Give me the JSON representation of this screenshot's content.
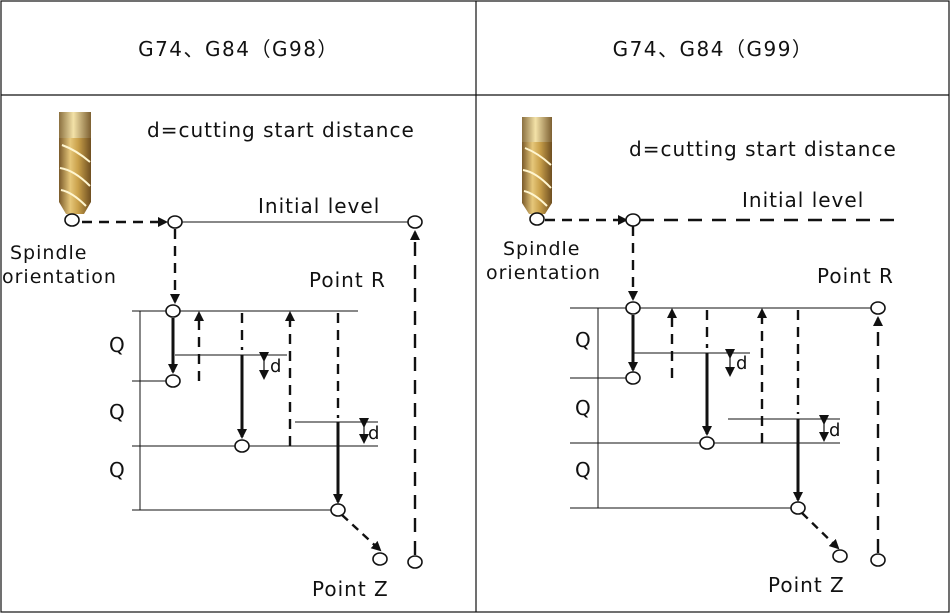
{
  "headers": {
    "left": "G74、G84（G98）",
    "right": "G74、G84（G99）"
  },
  "left_panel": {
    "d_definition": "d=cutting start distance",
    "initial_level": "Initial level",
    "spindle": "Spindle",
    "orientation": "orientation",
    "point_r": "Point R",
    "point_z": "Point Z",
    "q1": "Q",
    "q2": "Q",
    "q3": "Q",
    "d1": "d",
    "d2": "d"
  },
  "right_panel": {
    "d_definition": "d=cutting start distance",
    "initial_level": "Initial level",
    "spindle": "Spindle",
    "orientation": "orientation",
    "point_r": "Point R",
    "point_z": "Point Z",
    "q1": "Q",
    "q2": "Q",
    "q3": "Q",
    "d1": "d",
    "d2": "d"
  },
  "icons": {
    "tool": "end-mill-drill-bit-icon"
  }
}
